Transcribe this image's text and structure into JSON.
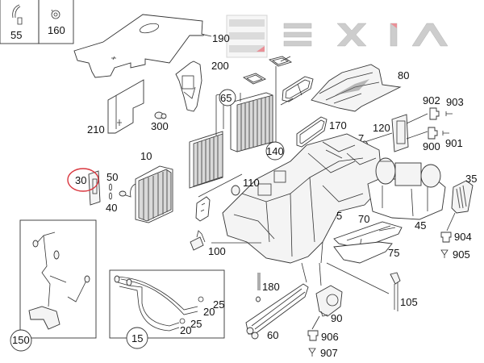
{
  "watermark": {
    "brand": "EXIA",
    "letters": [
      "X",
      "I"
    ],
    "accent_color": "#e8848c",
    "metal_color": "#c8c8c8"
  },
  "top_boxes": [
    {
      "part": "55",
      "icon": "clip-icon"
    },
    {
      "part": "160",
      "icon": "plug-icon"
    }
  ],
  "callouts": {
    "p190": "190",
    "p200": "200",
    "p210": "210",
    "p300": "300",
    "p65": "65",
    "p140": "140",
    "p80": "80",
    "p170": "170",
    "p7": "7",
    "p120": "120",
    "p902": "902",
    "p903": "903",
    "p900": "900",
    "p901": "901",
    "p10": "10",
    "p30": "30",
    "p50": "50",
    "p40": "40",
    "p110": "110",
    "p5": "5",
    "p35": "35",
    "p45": "45",
    "p70": "70",
    "p75": "75",
    "p904": "904",
    "p905": "905",
    "p100": "100",
    "p150": "150",
    "p15": "15",
    "p25a": "25",
    "p20a": "20",
    "p25b": "25",
    "p20b": "20",
    "p180": "180",
    "p60": "60",
    "p90": "90",
    "p906": "906",
    "p907": "907",
    "p105": "105"
  },
  "highlight": {
    "part": "30",
    "color": "#d9363e"
  }
}
